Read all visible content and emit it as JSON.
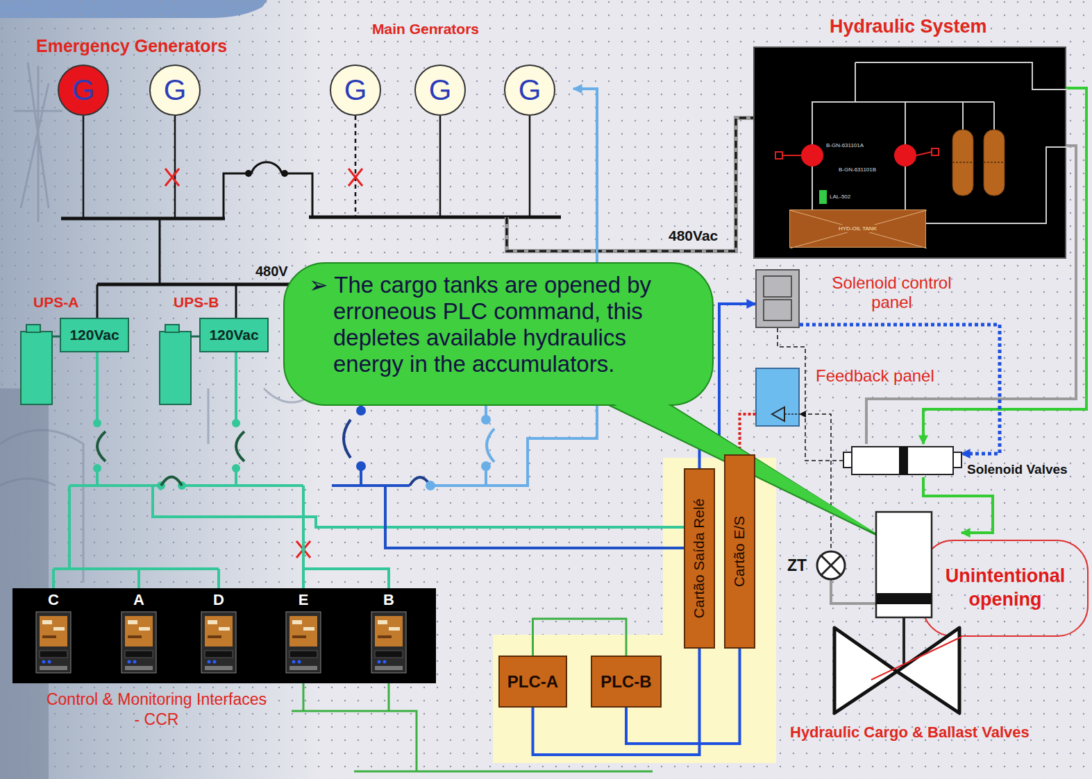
{
  "diagram": {
    "nodes": [
      {
        "text": [
          "G"
        ]
      },
      {
        "text": [
          "G"
        ]
      },
      {
        "text": [
          "G"
        ]
      },
      {
        "text": [
          "G"
        ]
      },
      {
        "text": [
          "G"
        ]
      },
      {
        "text": [
          "Hydraulic System"
        ]
      },
      {
        "text": [
          "HYD-OIL TANK"
        ],
        "in": 5
      },
      {
        "text": [
          "UPS-A",
          "120Vac"
        ]
      },
      {
        "text": [
          "UPS-B",
          "120Vac"
        ]
      },
      {
        "text": [
          "➢ The cargo tanks are opened by erroneous PLC command, this depletes available hydraulics energy in the accumulators."
        ]
      },
      {
        "text": [
          "Solenoid control panel"
        ]
      },
      {
        "text": [
          "Feedback panel"
        ]
      },
      {
        "text": [
          "Solenoid Valves"
        ]
      },
      {
        "text": [
          "ZT"
        ]
      },
      {
        "text": [
          "Unintentional opening"
        ]
      },
      {
        "text": [
          "Hydraulic Cargo & Ballast Valves"
        ]
      },
      {
        "text": [
          "Cartão Saída Relé"
        ]
      },
      {
        "text": [
          "Cartão E/S"
        ]
      },
      {
        "text": [
          "PLC-A"
        ]
      },
      {
        "text": [
          "PLC-B"
        ]
      },
      {
        "text": [
          "Control & Monitoring Interfaces - CCR"
        ]
      },
      {
        "text": [
          "C"
        ],
        "in": 20
      },
      {
        "text": [
          "A"
        ],
        "in": 20
      },
      {
        "text": [
          "D"
        ],
        "in": 20
      },
      {
        "text": [
          "E"
        ],
        "in": 20
      },
      {
        "text": [
          "B"
        ],
        "in": 20
      }
    ],
    "edges": [
      {
        "from": 5,
        "to": 12,
        "arrow": "to"
      },
      {
        "from": 10,
        "to": 12,
        "arrow": "to"
      },
      {
        "from": 12,
        "to": 15,
        "arrow": "to"
      },
      {
        "from": 13,
        "to": 11,
        "arrow": "to"
      },
      {
        "from": 17,
        "to": 11,
        "arrow": "none"
      },
      {
        "from": 16,
        "to": 10,
        "arrow": "to"
      },
      {
        "from": 18,
        "to": 16,
        "arrow": "none"
      },
      {
        "from": 19,
        "to": 17,
        "arrow": "none"
      },
      {
        "from": 18,
        "to": 19,
        "arrow": "none"
      }
    ],
    "labels": [
      "Emergency Generators",
      "Main Genrators",
      "480Vac",
      "480V",
      "B-GN-631101A",
      "B-GN-631101B",
      "LAL-502"
    ]
  }
}
